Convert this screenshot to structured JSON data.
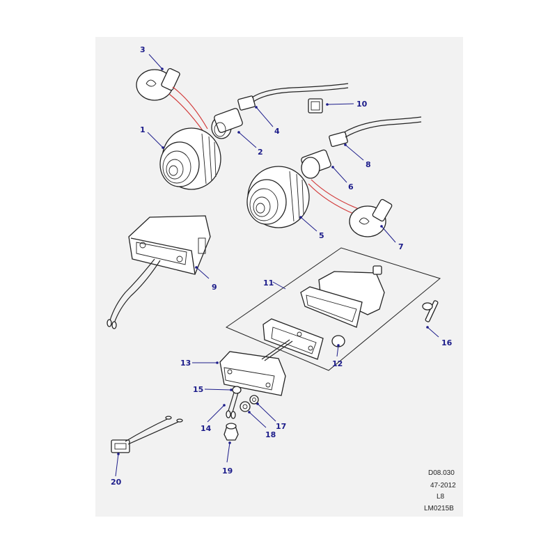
{
  "diagram": {
    "callouts": [
      "1",
      "2",
      "3",
      "4",
      "5",
      "6",
      "7",
      "8",
      "9",
      "10",
      "11",
      "12",
      "13",
      "14",
      "15",
      "16",
      "17",
      "18",
      "19",
      "20"
    ],
    "reference_block": [
      "D08.030",
      "47-2012",
      "L8",
      "LM0215B"
    ]
  },
  "colors": {
    "sheet_background": "#f2f2f2",
    "callout_color": "#1c1c8a",
    "wire_highlight": "#d23a3a",
    "line_art": "#222222"
  }
}
